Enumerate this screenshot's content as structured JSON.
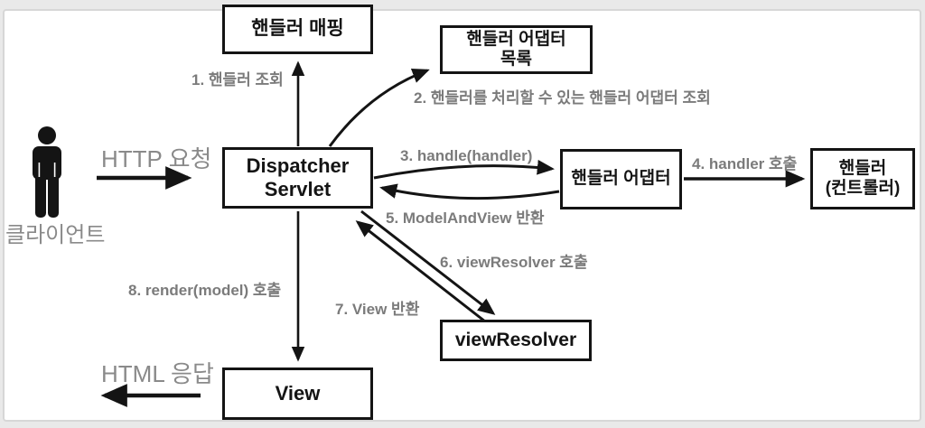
{
  "client": {
    "label": "클라이언트",
    "http_request": "HTTP 요청",
    "html_response": "HTML 응답"
  },
  "nodes": {
    "handler_mapping": {
      "label": "핸들러 매핑"
    },
    "handler_adapter_list": {
      "line1": "핸들러 어댑터",
      "line2": "목록"
    },
    "dispatcher_servlet": {
      "line1": "Dispatcher",
      "line2": "Servlet"
    },
    "handler_adapter": {
      "label": "핸들러 어댑터"
    },
    "handler_controller": {
      "line1": "핸들러",
      "line2": "(컨트롤러)"
    },
    "view_resolver": {
      "label": "viewResolver"
    },
    "view": {
      "label": "View"
    }
  },
  "steps": {
    "step1": "1. 핸들러 조회",
    "step2": "2. 핸들러를 처리할 수 있는 핸들러 어댑터 조회",
    "step3": "3. handle(handler)",
    "step4": "4. handler 호출",
    "step5": "5. ModelAndView 반환",
    "step6": "6. viewResolver 호출",
    "step7": "7. View 반환",
    "step8": "8. render(model) 호출"
  },
  "colors": {
    "box_border": "#141414",
    "box_text": "#141414",
    "step_label": "#7b7b7b",
    "client_label": "#8a8a8a",
    "arrow": "#141414",
    "frame_border": "#d7d7d7",
    "background": "#ffffff"
  }
}
